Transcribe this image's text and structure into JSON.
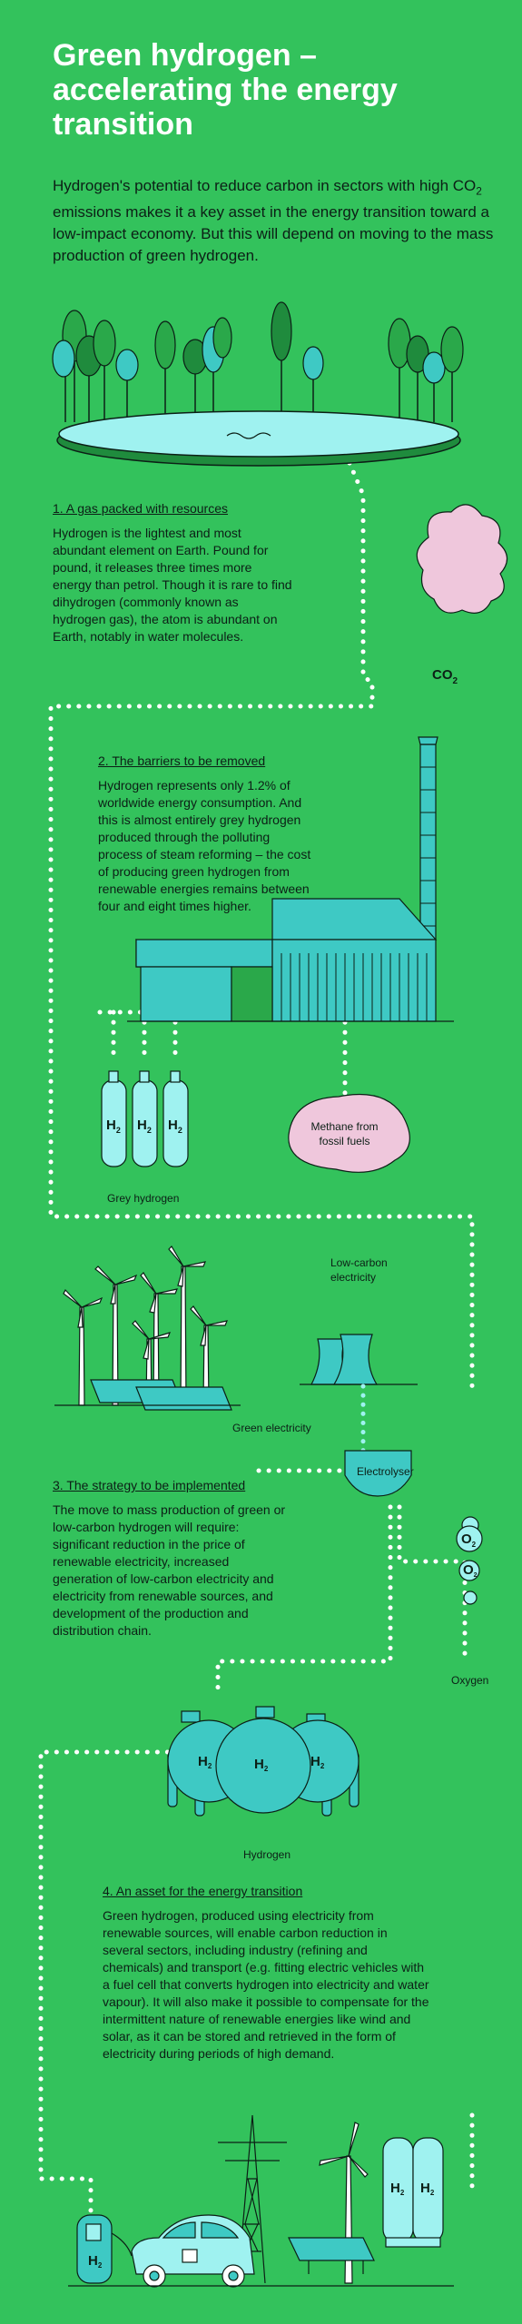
{
  "header": {
    "title_line1": "Green hydrogen –",
    "title_line2": "accelerating the energy",
    "title_line3": "transition",
    "intro_before_sub": "Hydrogen's potential to reduce carbon in sectors with high CO",
    "intro_sub": "2",
    "intro_after_sub": " emissions makes it a key asset in the energy transition toward a low-impact economy. But this will depend on moving to the mass production of green hydrogen."
  },
  "sections": {
    "s1": {
      "heading": "1. A gas packed with resources",
      "body": "Hydrogen is the lightest and most abundant element on Earth. Pound for pound, it releases three times more energy than petrol. Though it is rare to find dihydrogen (commonly known as hydrogen gas), the atom is abundant on Earth, notably in water molecules."
    },
    "s2": {
      "heading": "2. The barriers to be removed",
      "body": "Hydrogen represents only 1.2% of worldwide energy consumption. And this is almost entirely grey hydrogen produced through the polluting process of steam reforming – the cost of producing green hydrogen from renewable energies remains between four and eight times higher."
    },
    "s3": {
      "heading": "3. The strategy to be implemented",
      "body": "The move to mass production of green or low-carbon hydrogen will require: significant reduction in the price of renewable electricity, increased generation of low-carbon electricity and electricity from renewable sources, and development of the production and distribution chain."
    },
    "s4": {
      "heading": "4. An asset for the energy transition",
      "body": "Green hydrogen, produced using electricity from renewable sources, will enable carbon reduction in several sectors, including industry (refining and chemicals) and transport (e.g. fitting electric vehicles with a fuel cell that converts hydrogen into electricity and water vapour). It will also make it possible to compensate for the intermittent nature of renewable energies like wind and solar, as it can be stored and retrieved in the form of electricity during periods of high demand."
    }
  },
  "labels": {
    "co2_main": "CO",
    "co2_sub": "2",
    "grey_hydrogen": "Grey hydrogen",
    "methane_line1": "Methane from",
    "methane_line2": "fossil fuels",
    "low_carbon_line1": "Low-carbon",
    "low_carbon_line2": "electricity",
    "green_electricity": "Green electricity",
    "electrolyser": "Electrolyser",
    "oxygen": "Oxygen",
    "hydrogen": "Hydrogen",
    "o2_main": "O",
    "o2_sub": "2",
    "h2_main": "H",
    "h2_sub": "2"
  },
  "colors": {
    "background": "#33c25c",
    "cyan": "#3ec9c4",
    "light_cyan": "#9ff2f0",
    "pink": "#efc7dc",
    "ink": "#0c1f16",
    "white": "#ffffff"
  }
}
